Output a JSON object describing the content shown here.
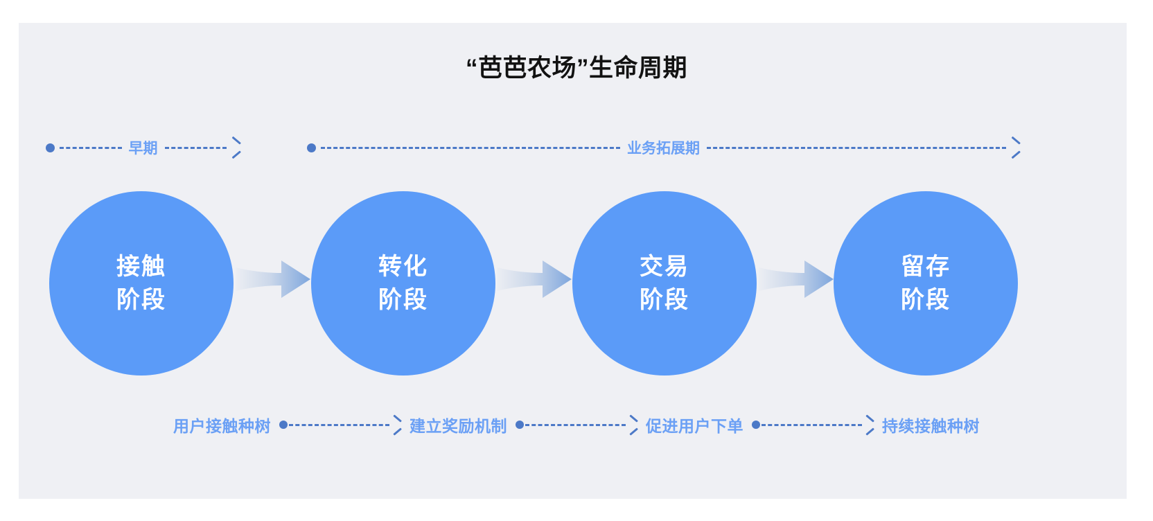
{
  "title": "“芭芭农场”生命周期",
  "colors": {
    "page_background": "#ffffff",
    "panel_background": "#eff0f4",
    "circle_fill": "#5b9bf8",
    "circle_text": "#ffffff",
    "label_blue": "#6ba0f5",
    "connector_blue": "#4c79c7",
    "title_text": "#121212",
    "arrow_gradient_start": "#eceef3",
    "arrow_gradient_end": "#7ea6dd"
  },
  "phases": [
    {
      "label": "早期",
      "icon": "dot-dash-arrow"
    },
    {
      "label": "业务拓展期",
      "icon": "dot-dash-arrow"
    }
  ],
  "stages": [
    {
      "line1": "接触",
      "line2": "阶段"
    },
    {
      "line1": "转化",
      "line2": "阶段"
    },
    {
      "line1": "交易",
      "line2": "阶段"
    },
    {
      "line1": "留存",
      "line2": "阶段"
    }
  ],
  "flow_arrows": [
    {
      "icon": "block-arrow-right"
    },
    {
      "icon": "block-arrow-right"
    },
    {
      "icon": "block-arrow-right"
    }
  ],
  "actions": [
    {
      "label": "用户接触种树"
    },
    {
      "label": "建立奖励机制"
    },
    {
      "label": "促进用户下单"
    },
    {
      "label": "持续接触种树"
    }
  ]
}
